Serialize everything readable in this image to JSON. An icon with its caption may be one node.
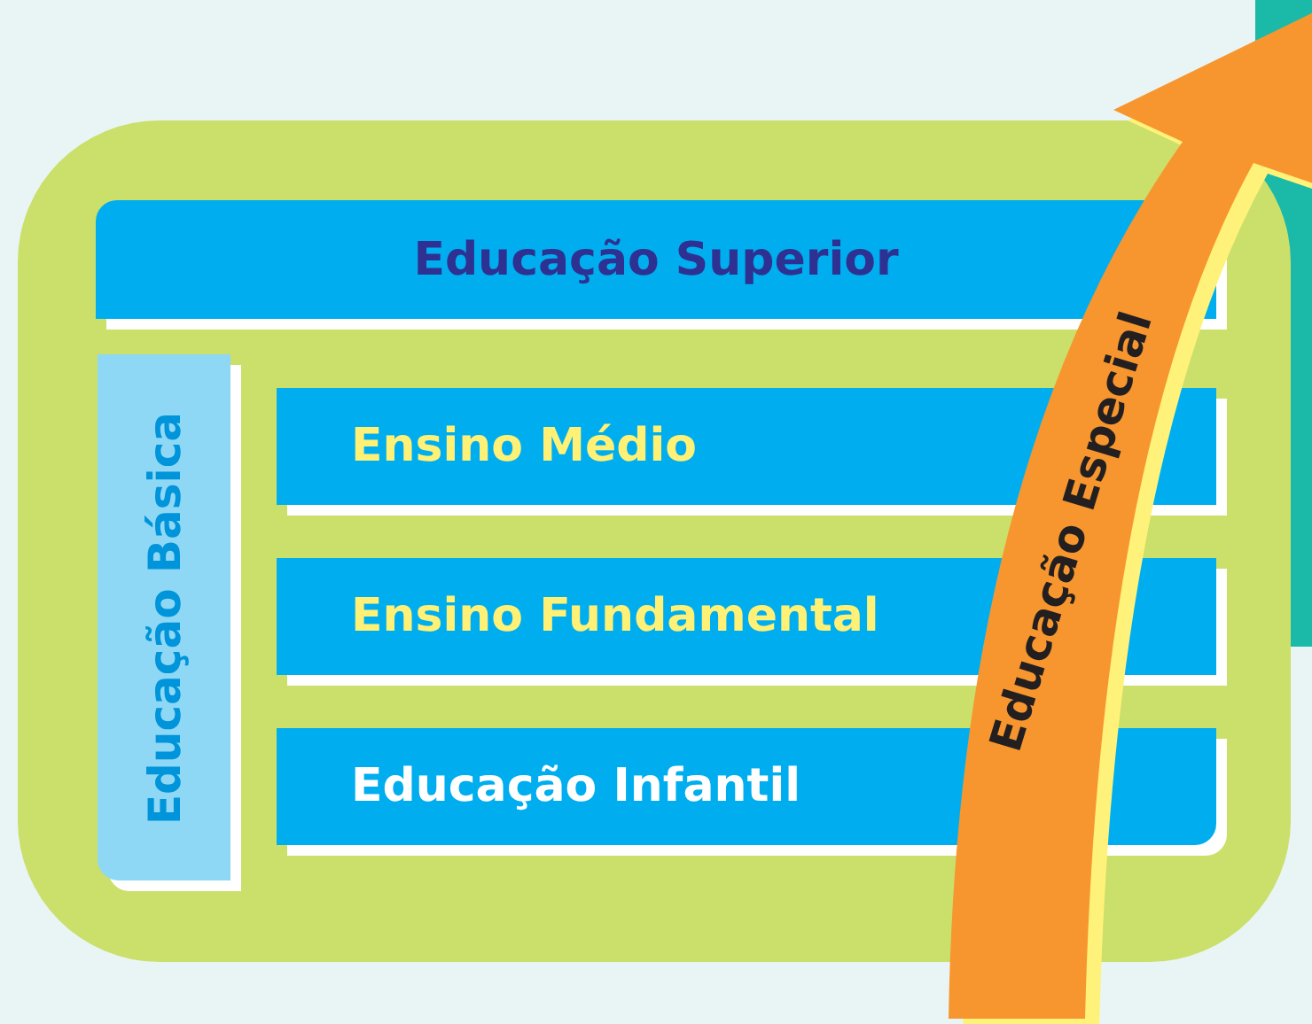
{
  "diagram": {
    "nodes": [
      {
        "text": [],
        "shape": "box"
      },
      {
        "text": [
          "Educação Superior"
        ],
        "in": 0
      },
      {
        "text": [
          "Educação Básica"
        ],
        "in": 0
      },
      {
        "text": [
          "Ensino Médio"
        ],
        "in": 0
      },
      {
        "text": [
          "Ensino Fundamental"
        ],
        "in": 0
      },
      {
        "text": [
          "Educação Infantil"
        ],
        "in": 0
      },
      {
        "text": [
          "Educação Especial"
        ]
      }
    ]
  }
}
